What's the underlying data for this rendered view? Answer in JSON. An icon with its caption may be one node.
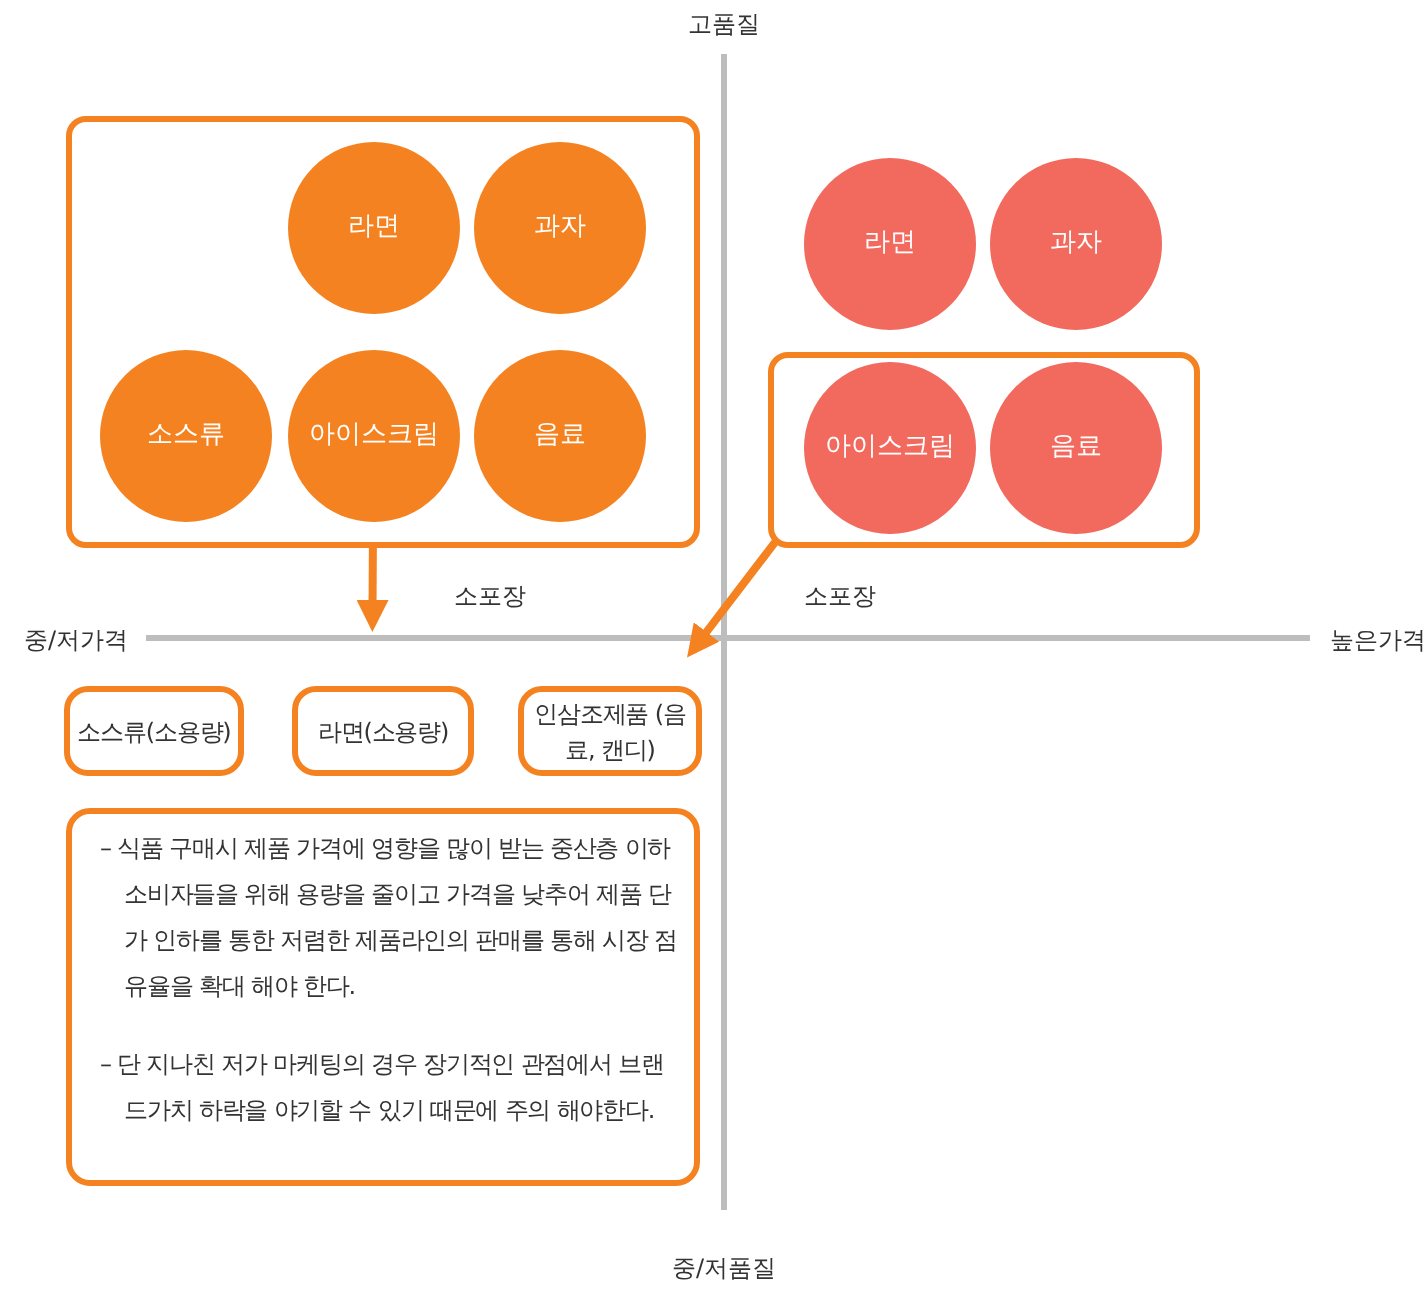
{
  "diagram": {
    "nodes": [
      {
        "text": [],
        "shape": "box"
      },
      {
        "text": [
          "라면"
        ],
        "in": 0
      },
      {
        "text": [
          "과자"
        ],
        "in": 0
      },
      {
        "text": [
          "소스류"
        ],
        "in": 0
      },
      {
        "text": [
          "아이스크림"
        ],
        "in": 0
      },
      {
        "text": [
          "음료"
        ],
        "in": 0
      },
      {
        "text": [
          "라면"
        ]
      },
      {
        "text": [
          "과자"
        ]
      },
      {
        "text": [],
        "shape": "box"
      },
      {
        "text": [
          "아이스크림"
        ],
        "in": 8
      },
      {
        "text": [
          "음료"
        ],
        "in": 8
      },
      {
        "text": [
          "소스류(소용량)"
        ]
      },
      {
        "text": [
          "라면(소용량)"
        ]
      },
      {
        "text": [
          "인삼조제품 (음료, 캔디)"
        ]
      },
      {
        "text": [
          "– 식품 구매시 제품 가격에 영향을 많이 받는 중산층 이하 소비자들을 위해 용량을 줄이고 가격을 낮추어 제품 단가 인하를 통한 저렴한 제품라인의 판매를 통해 시장 점유율을 확대 해야 한다.",
          "– 단 지나친 저가 마케팅의 경우 장기적인 관점에서 브랜드가치 하락을 야기할 수 있기 때문에 주의 해야한다."
        ]
      }
    ],
    "edges": [
      {
        "from": 0,
        "to": 12,
        "arrow": "to"
      },
      {
        "from": 8,
        "to": 13,
        "arrow": "to"
      }
    ],
    "labels": [
      "고품질",
      "소포장",
      "소포장",
      "중/저가격",
      "높은가격",
      "중/저품질"
    ]
  }
}
